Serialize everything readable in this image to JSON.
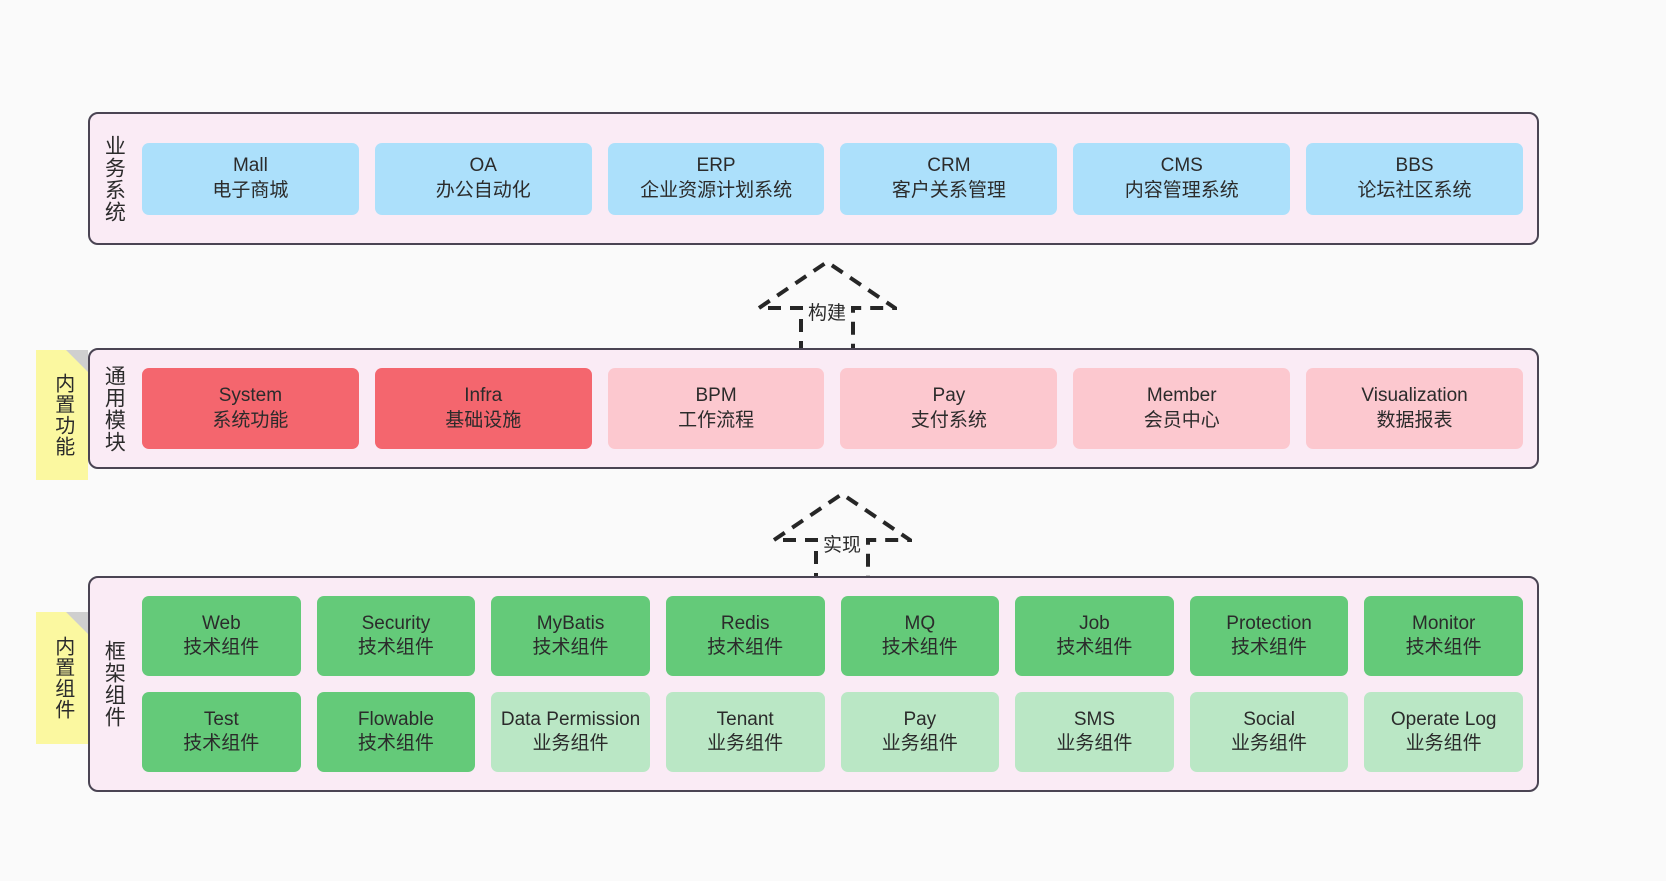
{
  "diagram": {
    "background_color": "#fafafa",
    "layer_fill": "#faebf5",
    "layer_border": "#4a4453",
    "tag_color": "#fbf8a0"
  },
  "layers": [
    {
      "id": "business",
      "title": "业务系统",
      "rows": [
        {
          "cards": [
            {
              "title": "Mall",
              "sub": "电子商城",
              "color": "#ace0fb"
            },
            {
              "title": "OA",
              "sub": "办公自动化",
              "color": "#ace0fb"
            },
            {
              "title": "ERP",
              "sub": "企业资源计划系统",
              "color": "#ace0fb"
            },
            {
              "title": "CRM",
              "sub": "客户关系管理",
              "color": "#ace0fb"
            },
            {
              "title": "CMS",
              "sub": "内容管理系统",
              "color": "#ace0fb"
            },
            {
              "title": "BBS",
              "sub": "论坛社区系统",
              "color": "#ace0fb"
            }
          ]
        }
      ]
    },
    {
      "id": "common",
      "title": "通用模块",
      "tag": "内置功能",
      "rows": [
        {
          "cards": [
            {
              "title": "System",
              "sub": "系统功能",
              "color": "#f4666e"
            },
            {
              "title": "Infra",
              "sub": "基础设施",
              "color": "#f4666e"
            },
            {
              "title": "BPM",
              "sub": "工作流程",
              "color": "#fcc8cf"
            },
            {
              "title": "Pay",
              "sub": "支付系统",
              "color": "#fcc8cf"
            },
            {
              "title": "Member",
              "sub": "会员中心",
              "color": "#fcc8cf"
            },
            {
              "title": "Visualization",
              "sub": "数据报表",
              "color": "#fcc8cf"
            }
          ]
        }
      ]
    },
    {
      "id": "frame",
      "title": "框架组件",
      "tag": "内置组件",
      "rows": [
        {
          "cards": [
            {
              "title": "Web",
              "sub": "技术组件",
              "color": "#64ca79"
            },
            {
              "title": "Security",
              "sub": "技术组件",
              "color": "#64ca79"
            },
            {
              "title": "MyBatis",
              "sub": "技术组件",
              "color": "#64ca79"
            },
            {
              "title": "Redis",
              "sub": "技术组件",
              "color": "#64ca79"
            },
            {
              "title": "MQ",
              "sub": "技术组件",
              "color": "#64ca79"
            },
            {
              "title": "Job",
              "sub": "技术组件",
              "color": "#64ca79"
            },
            {
              "title": "Protection",
              "sub": "技术组件",
              "color": "#64ca79"
            },
            {
              "title": "Monitor",
              "sub": "技术组件",
              "color": "#64ca79"
            }
          ]
        },
        {
          "cards": [
            {
              "title": "Test",
              "sub": "技术组件",
              "color": "#64ca79"
            },
            {
              "title": "Flowable",
              "sub": "技术组件",
              "color": "#64ca79"
            },
            {
              "title": "Data Permission",
              "sub": "业务组件",
              "color": "#bae7c5"
            },
            {
              "title": "Tenant",
              "sub": "业务组件",
              "color": "#bae7c5"
            },
            {
              "title": "Pay",
              "sub": "业务组件",
              "color": "#bae7c5"
            },
            {
              "title": "SMS",
              "sub": "业务组件",
              "color": "#bae7c5"
            },
            {
              "title": "Social",
              "sub": "业务组件",
              "color": "#bae7c5"
            },
            {
              "title": "Operate Log",
              "sub": "业务组件",
              "color": "#bae7c5"
            }
          ]
        }
      ]
    }
  ],
  "arrows": [
    {
      "id": "build",
      "label": "构建",
      "style": "dashed-hollow-up"
    },
    {
      "id": "realize",
      "label": "实现",
      "style": "dashed-hollow-up"
    }
  ]
}
